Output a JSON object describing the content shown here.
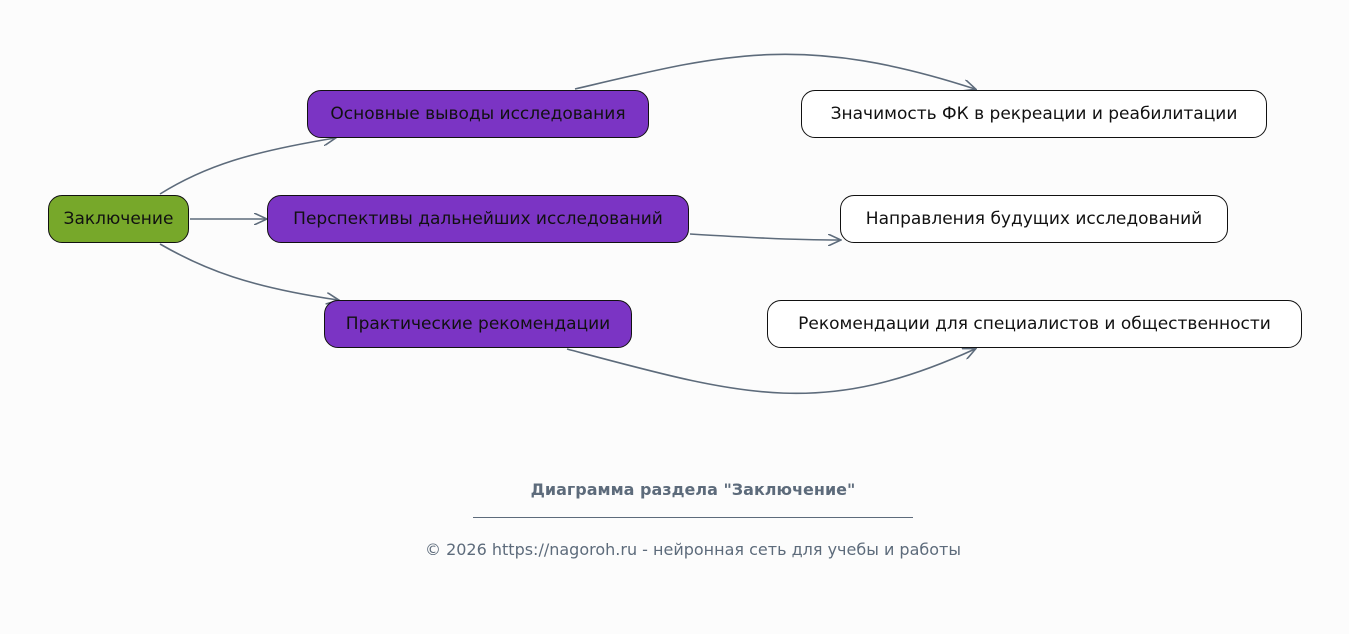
{
  "diagram": {
    "root": {
      "label": "Заключение"
    },
    "branches": [
      {
        "label": "Основные выводы исследования",
        "child": "Значимость ФК в рекреации и реабилитации"
      },
      {
        "label": "Перспективы дальнейших исследований",
        "child": "Направления будущих исследований"
      },
      {
        "label": "Практические рекомендации",
        "child": "Рекомендации для специалистов и общественности"
      }
    ],
    "colors": {
      "root_fill": "#77a82a",
      "branch_fill": "#7b34c4",
      "leaf_fill": "#ffffff",
      "edge": "#5d6b7b",
      "caption": "#5d6b7b",
      "background": "#fcfcfc"
    }
  },
  "caption": {
    "title": "Диаграмма раздела \"Заключение\"",
    "footer": "© 2026 https://nagoroh.ru - нейронная сеть для учебы и работы"
  }
}
